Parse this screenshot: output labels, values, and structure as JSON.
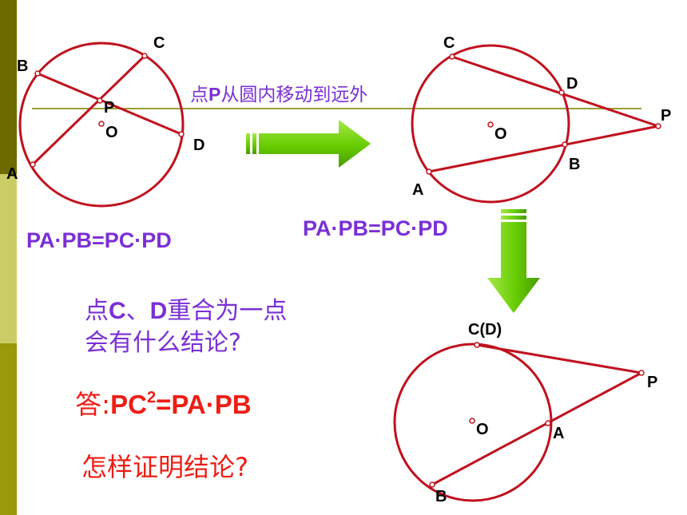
{
  "caption": {
    "pre": "点",
    "point": "P",
    "post": "从圆内移动到远外"
  },
  "figure1": {
    "labels": {
      "B": "B",
      "C": "C",
      "P": "P",
      "O": "O",
      "D": "D",
      "A": "A"
    },
    "formula": "PA·PB=PC·PD"
  },
  "figure2": {
    "labels": {
      "C": "C",
      "D": "D",
      "P": "P",
      "O": "O",
      "B": "B",
      "A": "A"
    },
    "formula": "PA·PB=PC·PD"
  },
  "figure3": {
    "labels": {
      "CD": "C(D)",
      "P": "P",
      "O": "O",
      "A": "A",
      "B": "B"
    }
  },
  "question": {
    "pre": "点",
    "c": "C",
    "sep": "、",
    "d": "D",
    "post": "重合为一点",
    "line2": "会有什么结论?"
  },
  "answer": {
    "prefix": "答:",
    "pc": "PC",
    "exp": "2",
    "rest": "=PA·PB"
  },
  "howto": "怎样证明结论?",
  "colors": {
    "circle": "#c0111e",
    "arrow": "#66cc00",
    "text_purple": "#7a2fd6",
    "text_red": "#ee1d14",
    "line_olive": "#9aa033",
    "sidebar_dark": "#6b6b00",
    "sidebar_light": "#cccc66",
    "sidebar_mid": "#99990a"
  }
}
